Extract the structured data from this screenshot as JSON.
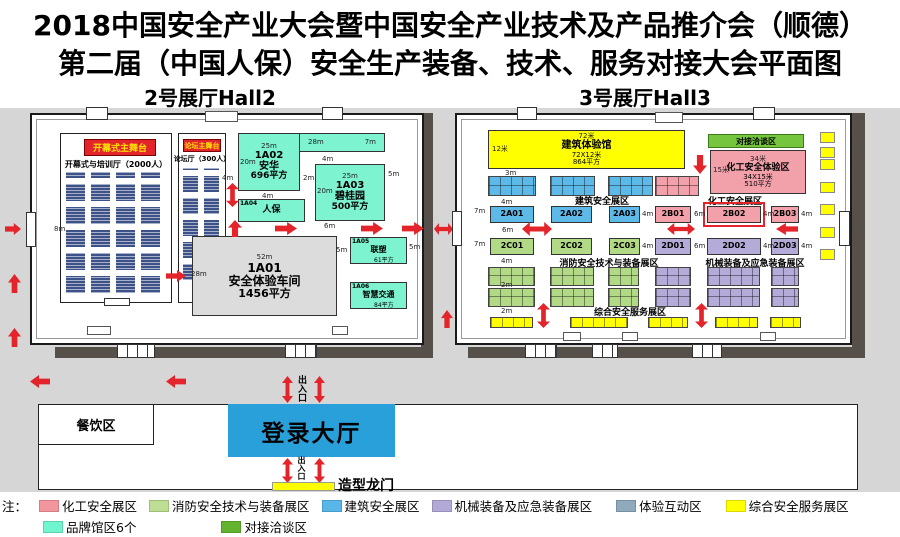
{
  "title": {
    "line1": "2018中国安全产业大会暨中国安全产业技术及产品推介会（顺德）",
    "line2": "第二届（中国人保）安全生产装备、技术、服务对接大会平面图"
  },
  "hall2": {
    "label": "2号展厅Hall2",
    "main_stage": "开幕式主舞台",
    "training_hall": "开幕式与培训厅（2000人）",
    "forum_stage": "论坛主舞台",
    "forum_hall": "论坛厅（300人）",
    "a01_code": "1A01",
    "a01_name": "安全体验车间",
    "a01_area": "1456平方",
    "a02_code": "1A02",
    "a02_name": "安华",
    "a02_area": "696平方",
    "a03_code": "1A03",
    "a03_name": "碧桂园",
    "a03_area": "500平方",
    "a04_code": "1A04",
    "a04_name": "人保",
    "a05_code": "1A05",
    "a05_name": "联塑",
    "a05_area": "61平方",
    "a06_code": "1A06",
    "a06_name": "智慧交通",
    "a06_area": "84平方"
  },
  "hall3": {
    "label": "3号展厅Hall3",
    "construction_pavilion": {
      "dim_top": "72米",
      "name": "建筑体验馆",
      "size": "72X12米",
      "area": "864平方",
      "dim_left": "12米"
    },
    "chemical_pavilion": {
      "dim_top": "34米",
      "name": "化工安全体验区",
      "size": "34X15米",
      "area": "510平方",
      "dim_left": "15米"
    },
    "negotiation_bar": "对接洽谈区",
    "zone_construction": "建筑安全展区",
    "zone_chemical": "化工安全展区",
    "zone_fire": "消防安全技术与装备展区",
    "zone_machinery": "机械装备及应急装备展区",
    "zone_comprehensive": "综合安全服务展区",
    "row1": [
      "2A01",
      "2A02",
      "2A03",
      "2B01",
      "2B02",
      "2B03"
    ],
    "row2": [
      "2C01",
      "2C02",
      "2C03",
      "2D01",
      "2D02",
      "2D03"
    ]
  },
  "dims": {
    "m2": "2m",
    "m3": "3m",
    "m4": "4m",
    "m5": "5m",
    "m6": "6m",
    "m7": "7m",
    "m8": "8m",
    "m20": "20m",
    "m25": "25m",
    "m28": "28m",
    "m52": "52m"
  },
  "bottom": {
    "dining": "餐饮区",
    "login_hall": "登录大厅",
    "entrance": "出入口",
    "gate": "造型龙门"
  },
  "legend": {
    "note": "注：",
    "row1": [
      {
        "label": "化工安全展区",
        "color": "#f2959c"
      },
      {
        "label": "消防安全技术与装备展区",
        "color": "#bede93"
      },
      {
        "label": "建筑安全展区",
        "color": "#58b7e8"
      },
      {
        "label": "机械装备及应急装备展区",
        "color": "#b2a9d6"
      },
      {
        "label": "体验互动区",
        "color": "#8fa9bd"
      },
      {
        "label": "综合安全服务展区",
        "color": "#ffff00"
      }
    ],
    "row2": [
      {
        "label": "品牌馆区6个",
        "color": "#70f6cf"
      },
      {
        "label": "对接洽谈区",
        "color": "#63b32f"
      }
    ]
  }
}
